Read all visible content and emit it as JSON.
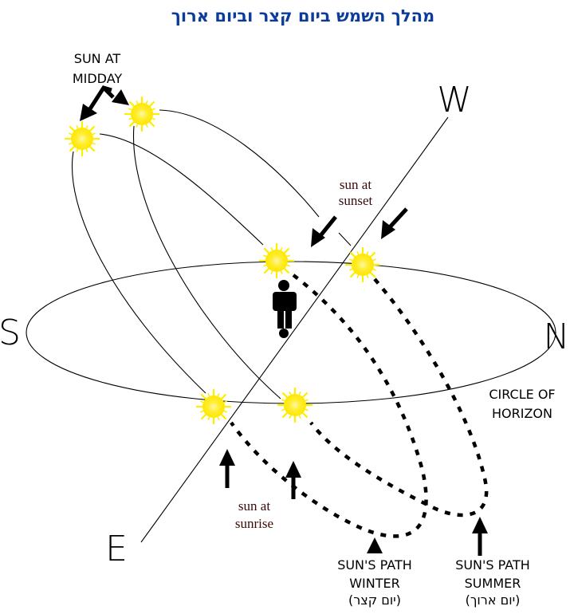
{
  "title": "מהלך השמש ביום קצר וביום ארוך",
  "compass": {
    "west": "W",
    "south": "S",
    "north": "N",
    "east": "E"
  },
  "labels": {
    "midday_line1": "SUN AT",
    "midday_line2": "MIDDAY",
    "sunset_line1": "sun at",
    "sunset_line2": "sunset",
    "sunrise_line1": "sun at",
    "sunrise_line2": "sunrise",
    "horizon_line1": "CIRCLE OF",
    "horizon_line2": "HORIZON",
    "winter_line1": "SUN'S PATH",
    "winter_line2": "WINTER",
    "winter_line3": "(יום קצר)",
    "summer_line1": "SUN'S PATH",
    "summer_line2": "SUMMER",
    "summer_line3": "(יום ארוך)"
  },
  "colors": {
    "title": "#0b3c9c",
    "sun_core": "#ffee33",
    "sun_rays": "#ffee00",
    "serif_label": "#3a0a0a"
  },
  "suns": [
    {
      "name": "sun-midday-winter"
    },
    {
      "name": "sun-midday-summer"
    },
    {
      "name": "sun-sunset-winter"
    },
    {
      "name": "sun-sunset-summer"
    },
    {
      "name": "sun-sunrise-winter"
    },
    {
      "name": "sun-sunrise-summer"
    }
  ]
}
